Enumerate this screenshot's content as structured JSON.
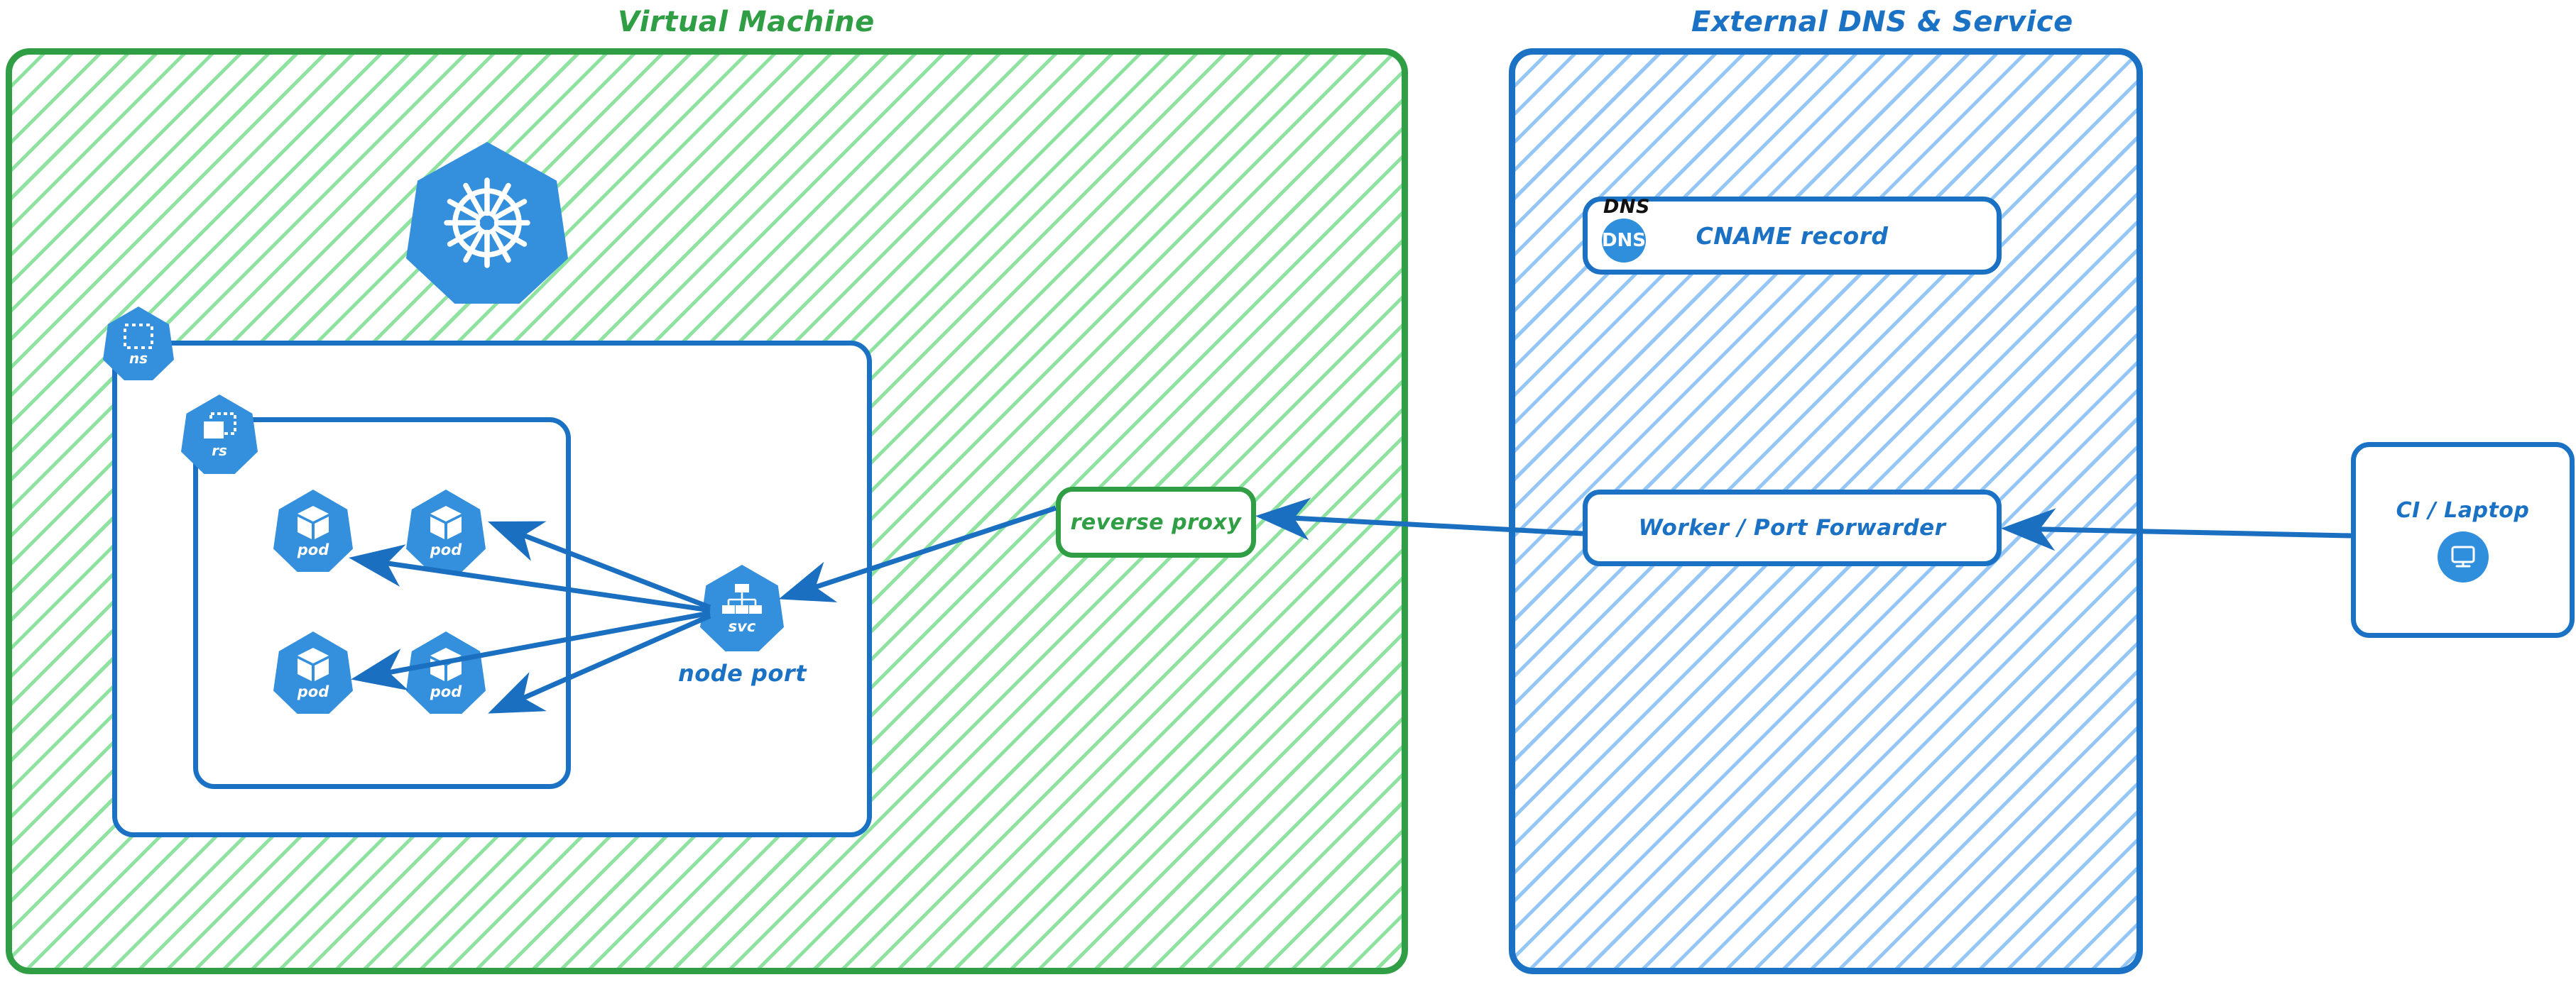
{
  "groups": [
    {
      "id": "vm",
      "title": "Virtual Machine",
      "color": "#2f9e44"
    },
    {
      "id": "ext",
      "title": "External DNS & Service",
      "color": "#1b72c4"
    }
  ],
  "kubernetes": {
    "cluster_logo_name": "kubernetes-logo",
    "namespace": {
      "badge_label": "ns"
    },
    "replicaset": {
      "badge_label": "rs"
    },
    "pods": [
      {
        "label": "pod"
      },
      {
        "label": "pod"
      },
      {
        "label": "pod"
      },
      {
        "label": "pod"
      }
    ],
    "service": {
      "badge_label": "svc",
      "caption": "node port"
    }
  },
  "nodes": {
    "reverse_proxy": {
      "label": "reverse proxy",
      "color": "#2f9e44"
    },
    "dns_record": {
      "tag": "DNS",
      "badge": "DNS",
      "label": "CNAME record",
      "color": "#1b72c4"
    },
    "worker": {
      "label": "Worker / Port Forwarder",
      "color": "#1b72c4"
    },
    "client": {
      "label": "CI / Laptop",
      "icon": "monitor-icon",
      "color": "#1b72c4"
    }
  },
  "edges": [
    {
      "from": "svc",
      "to": "pod-1"
    },
    {
      "from": "svc",
      "to": "pod-2"
    },
    {
      "from": "svc",
      "to": "pod-3"
    },
    {
      "from": "svc",
      "to": "pod-4"
    },
    {
      "from": "reverse-proxy",
      "to": "svc"
    },
    {
      "from": "worker",
      "to": "reverse-proxy"
    },
    {
      "from": "ci-laptop",
      "to": "worker"
    }
  ],
  "palette": {
    "green_stroke": "#2f9e44",
    "green_hatch": "#7bdd8f",
    "blue_stroke": "#1b72c4",
    "blue_hatch": "#8ec4f5",
    "k8s_blue": "#3490dc",
    "arrow_blue": "#1b6fc0",
    "white": "#ffffff"
  }
}
